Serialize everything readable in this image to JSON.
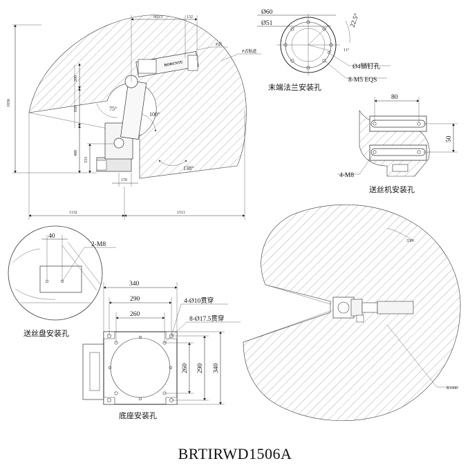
{
  "model": "BRTIRWD1506A",
  "side_view": {
    "dim_top": "665.5",
    "dim_top_small": "132",
    "dim_left_height": "1836",
    "dim_200": "200",
    "dim_650": "650",
    "dim_488": "488",
    "dim_333": "333",
    "dim_170": "170",
    "dim_bottom_left": "1132",
    "dim_bottom_right": "1511",
    "angle_75": "75°",
    "angle_100": "100°",
    "angle_138": "138°",
    "label_p_point": "P点",
    "label_p_track": "P点轨迹",
    "brand": "BORUNTE"
  },
  "flange": {
    "caption": "末端法兰安装孔",
    "dia_60": "Ø60",
    "dia_51": "Ø51",
    "angle_22_5": "22.5°",
    "angle_11": "11°",
    "label_pin": "Ø4销钉孔",
    "label_holes": "8-M5 EQS"
  },
  "feeder": {
    "caption": "送丝机安装孔",
    "dim_80": "80",
    "dim_50": "50",
    "label_m8": "4-M8"
  },
  "feeder_plate": {
    "caption": "送丝盘安装孔",
    "dim_40": "40",
    "label_m8": "2-M8"
  },
  "base": {
    "caption": "底座安装孔",
    "dim_340": "340",
    "dim_290": "290",
    "dim_260": "260",
    "label_through_10": "4-Ø10贯穿",
    "label_through_175": "8-Ø17.5贯穿",
    "dim_v_260": "260",
    "dim_v_290": "290",
    "dim_v_340": "340"
  },
  "top_view": {
    "angle_330": "330°",
    "radius": "R1600"
  }
}
